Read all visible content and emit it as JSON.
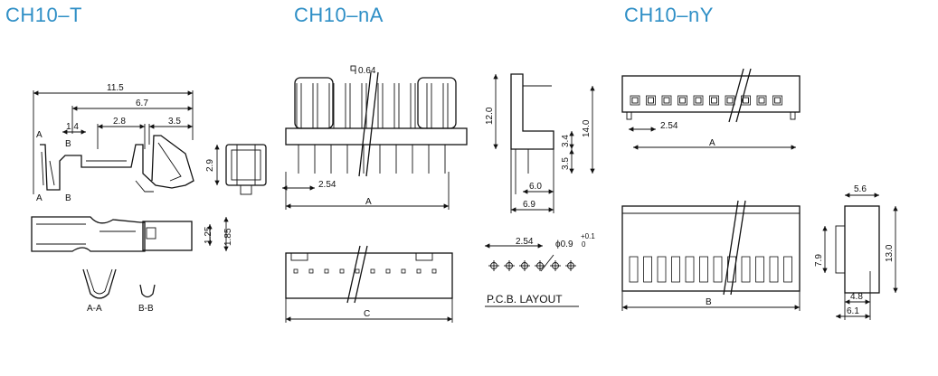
{
  "titles": {
    "t": "CH10–T",
    "na": "CH10–nA",
    "ny": "CH10–nY"
  },
  "terminal": {
    "dims": [
      "11.5",
      "6.7",
      "1.4",
      "2.8",
      "3.5",
      "2.9",
      "1.25",
      "1.85"
    ],
    "section_marks": [
      "A",
      "B",
      "A",
      "B"
    ],
    "section_labels": [
      "A-A",
      "B-B"
    ]
  },
  "na": {
    "dims": [
      "0.64",
      "2.54",
      "A",
      "12.0",
      "14.0",
      "3.4",
      "3.5",
      "6.0",
      "6.9",
      "C"
    ],
    "pcb": {
      "pitch": "2.54",
      "hole": "ϕ0.9",
      "tol_upper": "+0.1",
      "tol_lower": "0",
      "label": "P.C.B. LAYOUT"
    }
  },
  "ny": {
    "dims": [
      "2.54",
      "A",
      "B",
      "5.6",
      "7.9",
      "13.0",
      "4.8",
      "6.1"
    ]
  },
  "colors": {
    "title": "#2f8fc6",
    "line": "#111111"
  }
}
